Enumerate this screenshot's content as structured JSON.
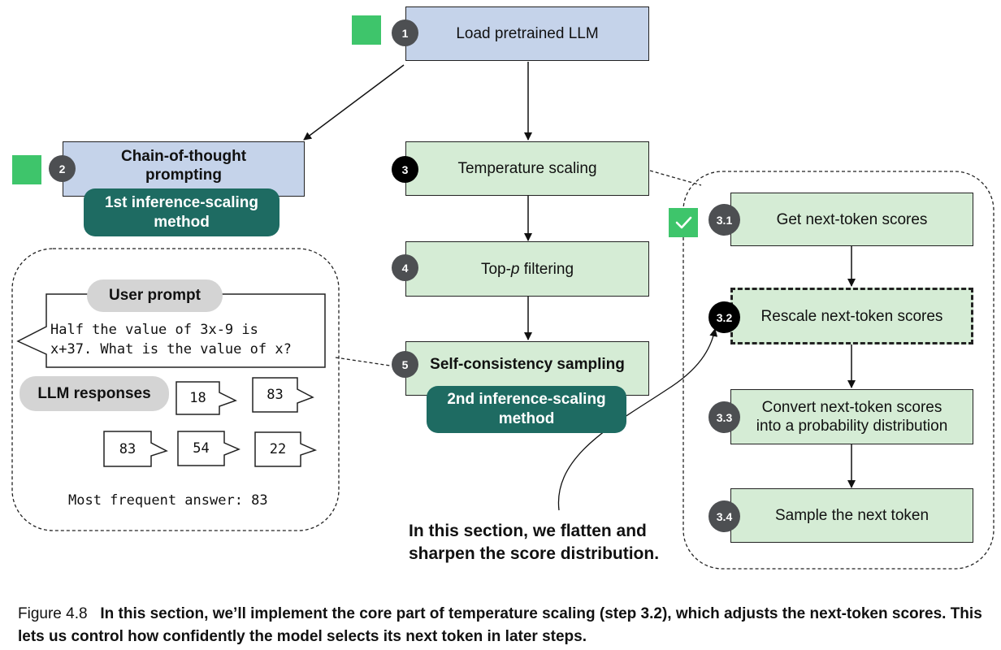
{
  "nodes": {
    "n1": {
      "badge": "1",
      "label": "Load pretrained LLM"
    },
    "n2": {
      "badge": "2",
      "label_line1": "Chain-of-thought",
      "label_line2": "prompting",
      "method_line1": "1st inference-scaling",
      "method_line2": "method"
    },
    "n3": {
      "badge": "3",
      "label": "Temperature scaling"
    },
    "n4": {
      "badge": "4",
      "label_pre": "Top-",
      "label_italic": "p",
      "label_post": " filtering"
    },
    "n5": {
      "badge": "5",
      "label": "Self-consistency sampling",
      "method_line1": "2nd inference-scaling",
      "method_line2": "method"
    },
    "n31": {
      "badge": "3.1",
      "label": "Get next-token scores"
    },
    "n32": {
      "badge": "3.2",
      "label": "Rescale next-token scores"
    },
    "n33": {
      "badge": "3.3",
      "label_line1": "Convert next-token scores",
      "label_line2": "into a probability distribution"
    },
    "n34": {
      "badge": "3.4",
      "label": "Sample the next token"
    }
  },
  "example": {
    "user_prompt_label": "User prompt",
    "prompt_line1": "Half the value of 3x-9 is",
    "prompt_line2": "x+37. What is the value of x?",
    "responses_label": "LLM responses",
    "answers": [
      "18",
      "83",
      "83",
      "54",
      "22"
    ],
    "result": "Most frequent answer: 83"
  },
  "annotation": {
    "line1": "In this section, we flatten and",
    "line2": "sharpen the score distribution."
  },
  "caption": {
    "label": "Figure 4.8",
    "text": "In this section, we’ll implement the core part of temperature scaling (step 3.2), which adjusts the next-token scores. This lets us control how confidently the model selects its next token in later steps."
  },
  "colors": {
    "blue_box": "#c5d3ea",
    "green_box": "#d5ecd5",
    "teal_pill": "#1e6b62",
    "check_green": "#3ec56b",
    "badge_grey": "#4d4f52",
    "badge_black": "#000000"
  }
}
